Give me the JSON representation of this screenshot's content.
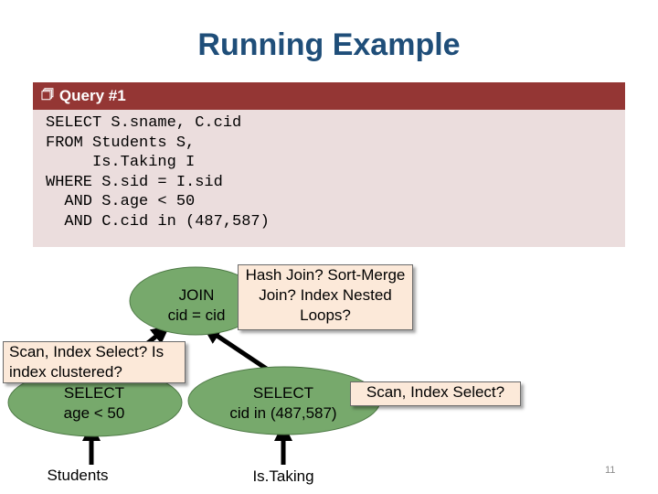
{
  "slide": {
    "title": "Running Example",
    "page_number": "11"
  },
  "query": {
    "icon": "notepad-icon",
    "header": "Query #1",
    "code": "SELECT S.sname, C.cid\nFROM Students S,\n     Is.Taking I\nWHERE S.sid = I.sid\n  AND S.age < 50\n  AND C.cid in (487,587)"
  },
  "tree": {
    "join": {
      "line1": "JOIN",
      "line2": "cid = cid"
    },
    "select_left": {
      "line1": "SELECT",
      "line2": "age < 50"
    },
    "select_right": {
      "line1": "SELECT",
      "line2": "cid in (487,587)"
    },
    "leaf_left": "Students",
    "leaf_right": "Is.Taking"
  },
  "callouts": {
    "join_question": "Hash Join? Sort-Merge Join? Index Nested Loops?",
    "left_question": "Scan, Index Select? Is index clustered?",
    "right_question": "Scan, Index Select?"
  },
  "colors": {
    "title": "#1F4E79",
    "query_header_bg": "#943634",
    "query_body_bg": "#EBDDDD",
    "node_fill": "#77A96C",
    "callout_bg": "#FCE9D9"
  }
}
